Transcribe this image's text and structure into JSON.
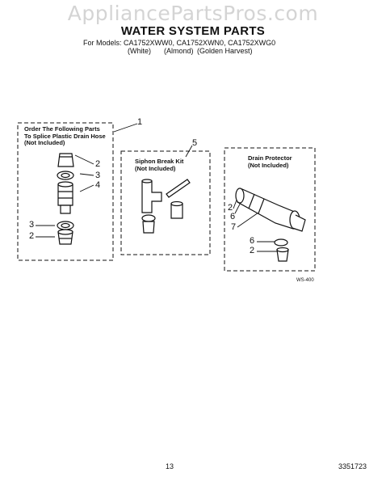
{
  "watermark": "AppliancePartsPros.com",
  "header": {
    "title": "WATER SYSTEM PARTS",
    "models_line": "For Models: CA1752XWW0, CA1752XWN0, CA1752XWG0",
    "colors": [
      "(White)",
      "(Almond)",
      "(Golden Harvest)"
    ]
  },
  "boxes": {
    "left": {
      "lines": [
        "Order The Following Parts",
        "To Splice Plastic Drain Hose",
        "(Not Included)"
      ]
    },
    "middle": {
      "lines": [
        "Siphon Break Kit",
        "(Not Included)"
      ]
    },
    "right": {
      "lines": [
        "Drain Protector",
        "(Not Included)"
      ]
    }
  },
  "callouts": {
    "c1": "1",
    "c5": "5",
    "l2a": "2",
    "l3a": "3",
    "l4": "4",
    "l3b": "3",
    "l2b": "2",
    "r2": "2",
    "r6": "6",
    "r7": "7",
    "r6b": "6",
    "r2b": "2"
  },
  "figure_code": "WS-400",
  "footer": {
    "page": "13",
    "doc_number": "3351723"
  }
}
